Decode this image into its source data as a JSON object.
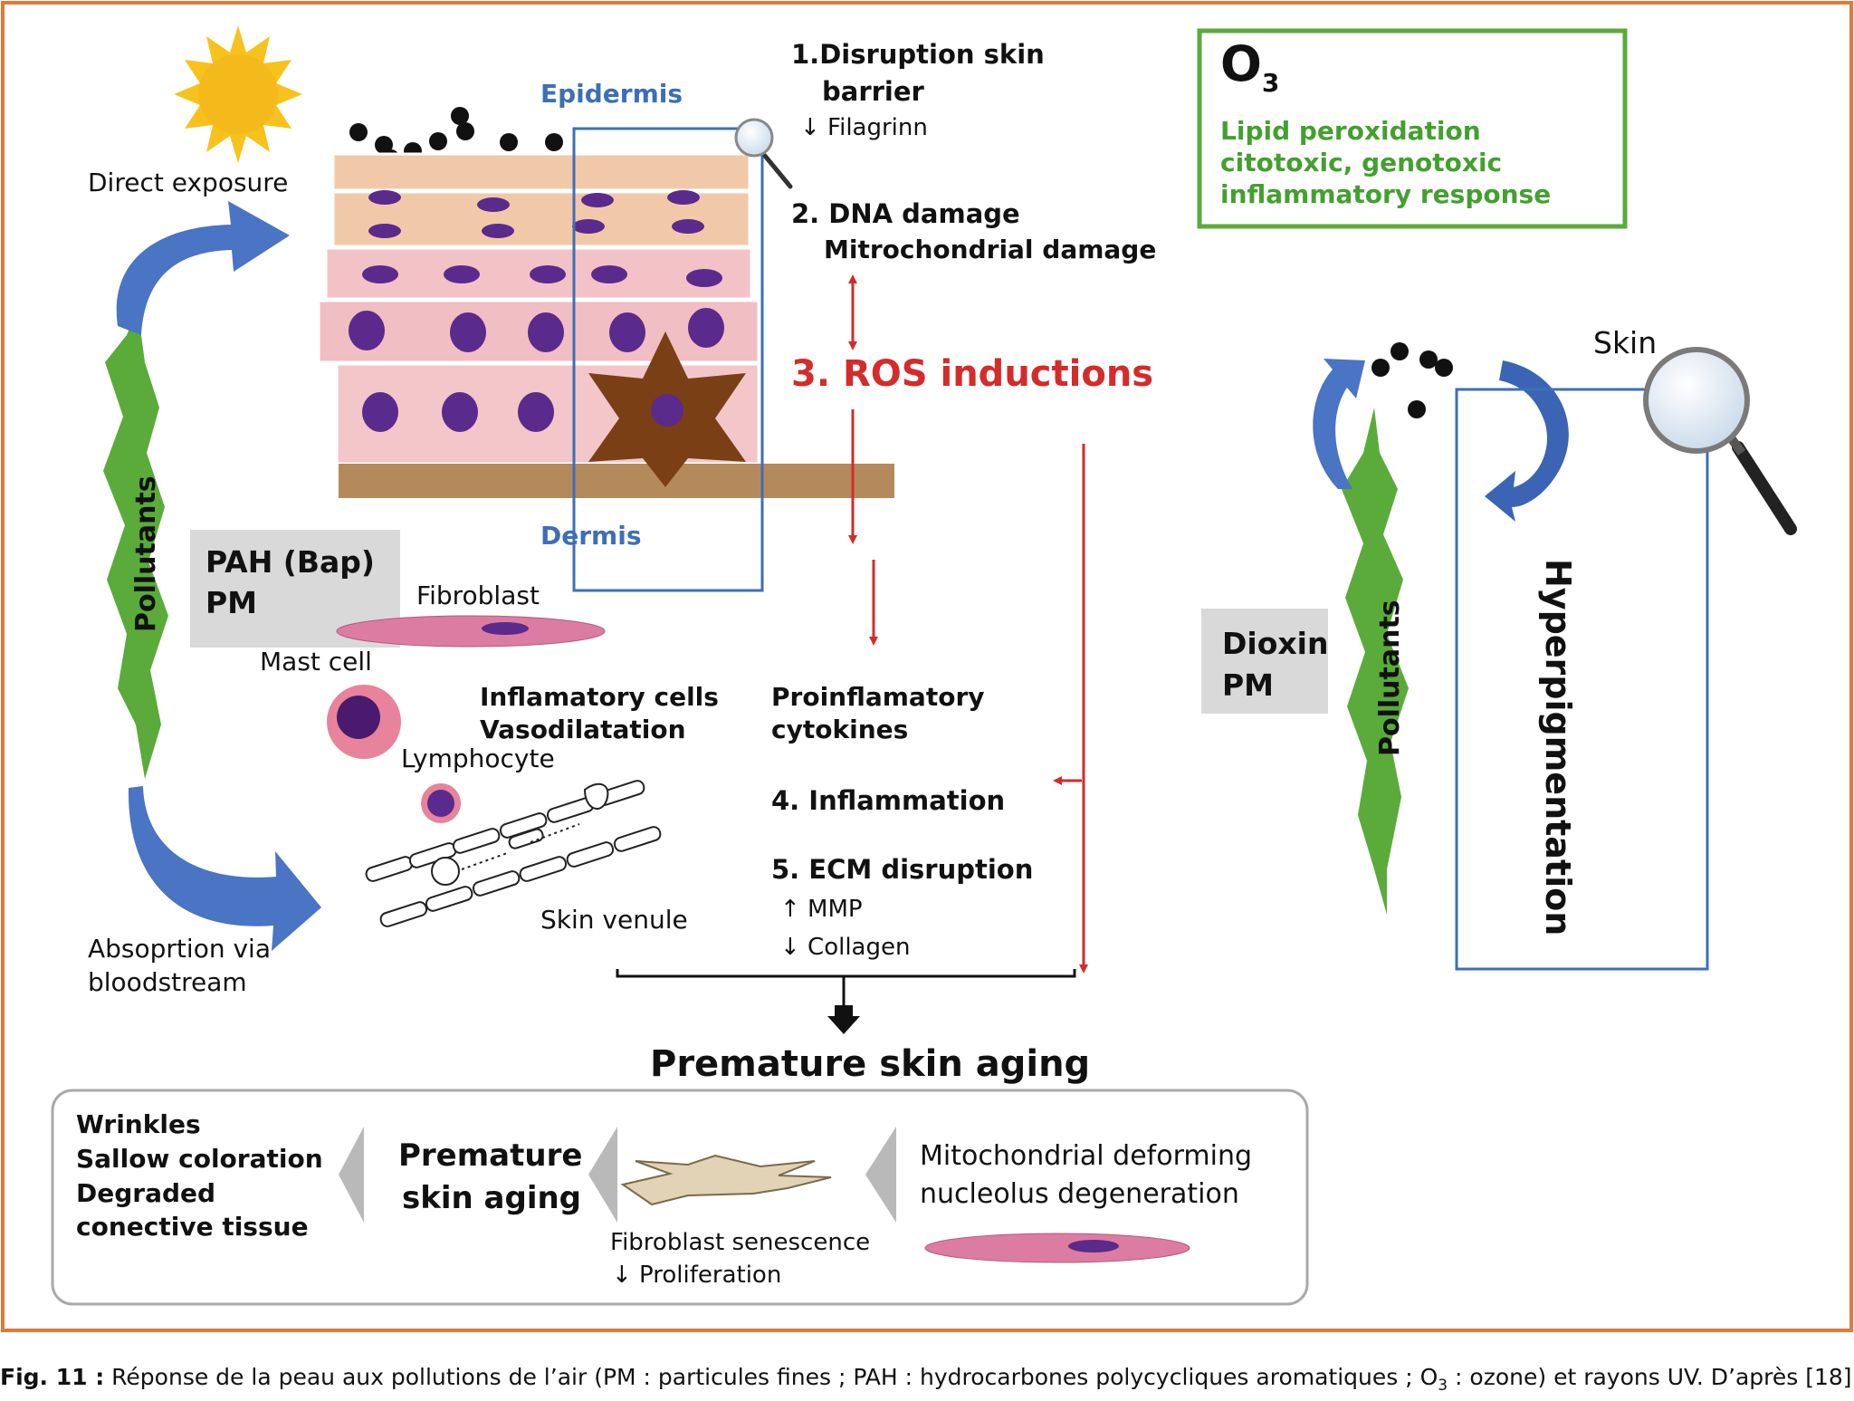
{
  "direct_exposure": "Direct exposure",
  "absorption_via": "Absoprtion via",
  "bloodstream": "bloodstream",
  "pollutants_left": "Pollutants",
  "pollutants_right": "Pollutants",
  "epidermis": "Epidermis",
  "dermis": "Dermis",
  "pah_line1": "PAH (Bap)",
  "pah_line2": "PM",
  "fibroblast": "Fibroblast",
  "mast_cell": "Mast cell",
  "lymphocyte": "Lymphocyte",
  "inflam_cells_line1": "Inflamatory cells",
  "inflam_cells_line2": "Vasodilatation",
  "skin_venule": "Skin venule",
  "step1_line1": "1.Disruption skin",
  "step1_line2": "barrier",
  "step1_sub": "↓ Filagrinn",
  "step2_line1": "2. DNA damage",
  "step2_line2": "Mitrochondrial damage",
  "step3": "3. ROS inductions",
  "proinflam_line1": "Proinflamatory",
  "proinflam_line2": "cytokines",
  "step4": "4. Inflammation",
  "step5": "5. ECM disruption",
  "step5_mmp": "↑ MMP",
  "step5_collagen": "↓ Collagen",
  "premature_title": "Premature skin aging",
  "o3_main": "O",
  "o3_sub": "3",
  "o3_line1": "Lipid peroxidation",
  "o3_line2": "citotoxic, genotoxic",
  "o3_line3": "inflammatory response",
  "skin_label": "Skin",
  "dioxin_line1": "Dioxin",
  "dioxin_line2": "PM",
  "hyperpigmentation": "Hyperpigmentation",
  "bottom_outcome_1": "Wrinkles",
  "bottom_outcome_2": "Sallow coloration",
  "bottom_outcome_3": "Degraded",
  "bottom_outcome_4": "conective tissue",
  "bottom_premature_1": "Premature",
  "bottom_premature_2": "skin aging",
  "fibro_sen_1": "Fibroblast senescence",
  "fibro_sen_2": "↓ Proliferation",
  "mito_1": "Mitochondrial deforming",
  "mito_2": "nucleolus degeneration",
  "caption_fig": "Fig. 11 :",
  "caption_text_a": " Réponse de la peau aux pollutions de l’air (PM : particules fines ; PAH : hydrocarbones polycycliques aromatiques ; O",
  "caption_sub": "3",
  "caption_text_b": " : ozone) et rayons UV. D’après [18].",
  "colors": {
    "frame": "#e07a3a",
    "arrow_blue": "#4a74c4",
    "pollutant_green": "#5aab3a",
    "ros_red": "#d42b2b",
    "epidermis_blue": "#3d6fb6",
    "o3_green": "#43a02f"
  }
}
